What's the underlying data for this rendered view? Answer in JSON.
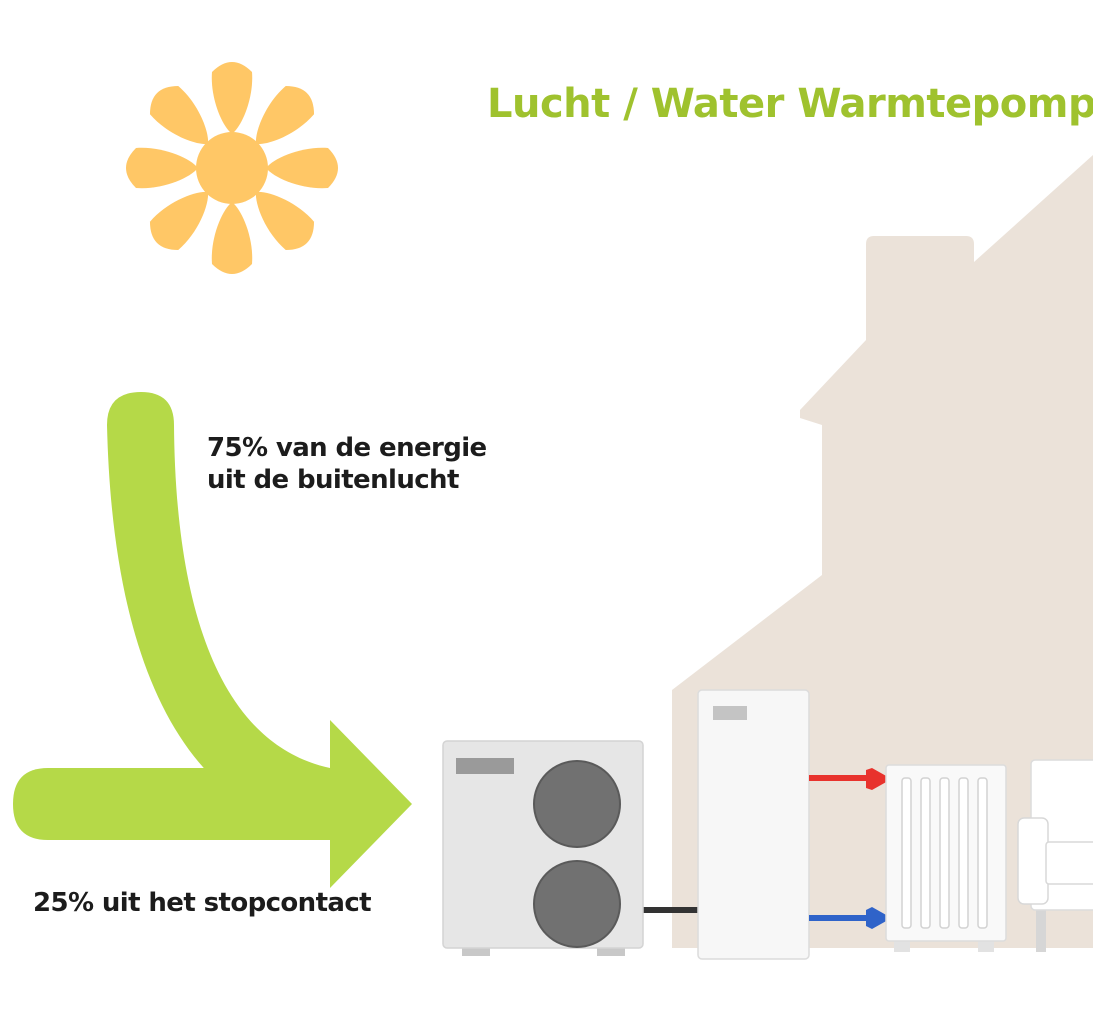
{
  "title": "Lucht / Water Warmtepomp",
  "labels": {
    "air_energy_line1": "75% van de energie",
    "air_energy_line2": "uit de buitenlucht",
    "grid_energy": "25% uit het stopcontact"
  },
  "colors": {
    "title": "#9fc22e",
    "arrow": "#b5d948",
    "sun": "#ffc766",
    "house": "#ebe2d9",
    "unit": "#e6e6e6",
    "fan": "#717171",
    "pipe_hot": "#e8322c",
    "pipe_cold": "#2f63c9",
    "cable": "#333333"
  },
  "icons": {
    "sun": "sun-icon",
    "heat_pump": "outdoor-heat-pump-unit",
    "indoor_unit": "indoor-boiler-unit",
    "radiator": "radiator-icon",
    "sofa": "sofa-icon"
  }
}
